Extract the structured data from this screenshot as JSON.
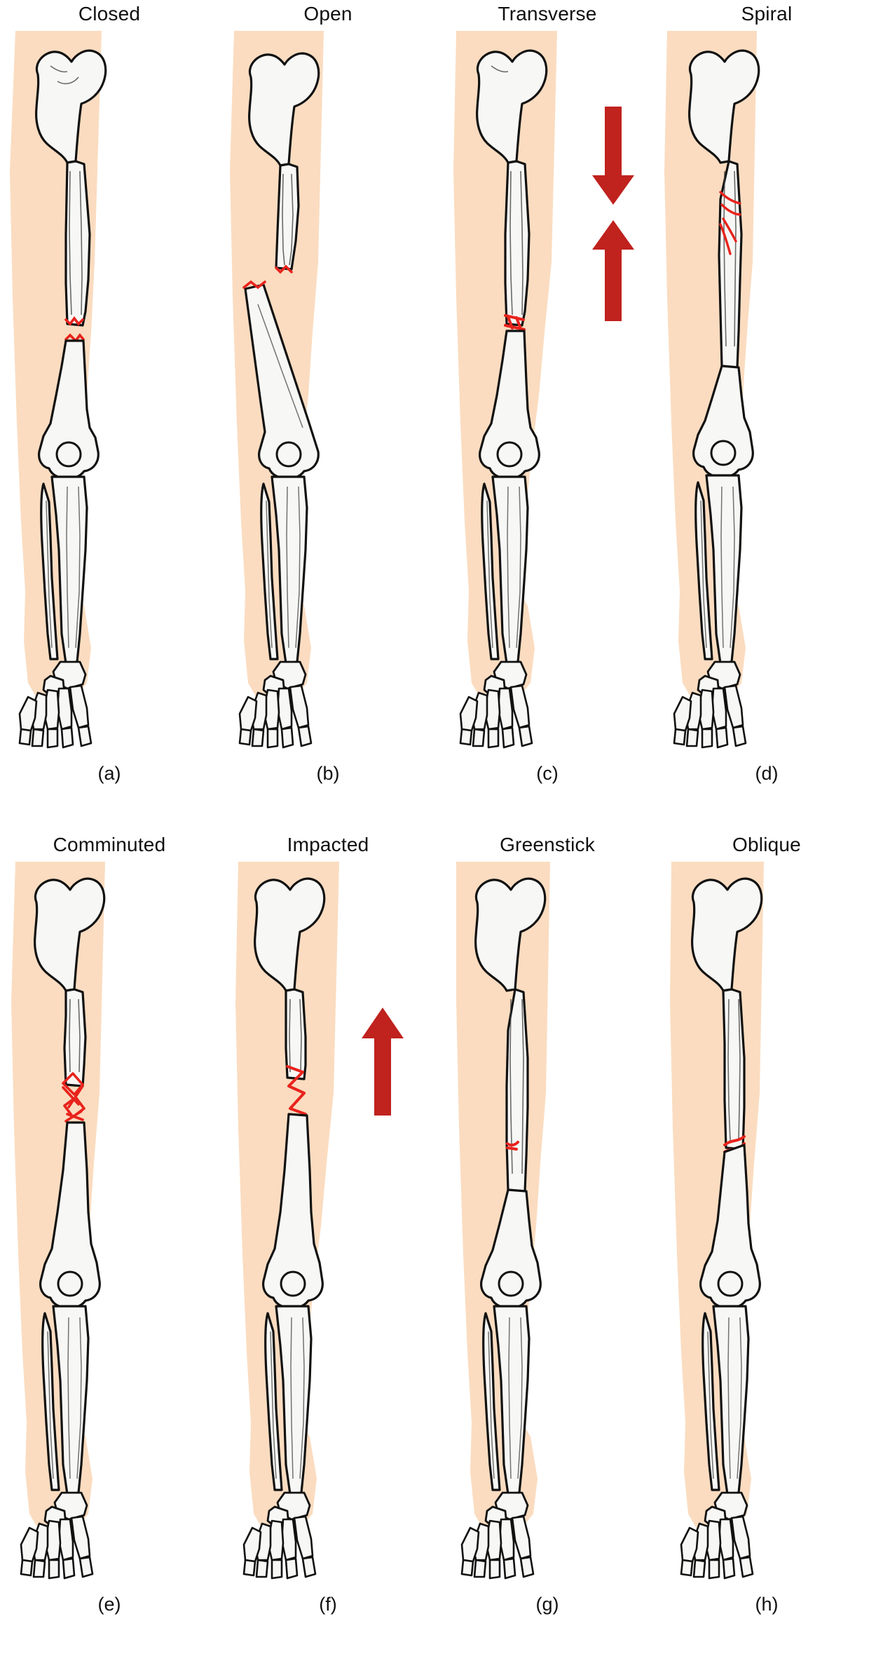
{
  "figure": {
    "title_row_1": [
      "Closed",
      "Open",
      "Transverse",
      "Spiral"
    ],
    "title_row_2": [
      "Comminuted",
      "Impacted",
      "Greenstick",
      "Oblique"
    ],
    "captions_row_1": [
      "(a)",
      "(b)",
      "(c)",
      "(d)"
    ],
    "captions_row_2": [
      "(e)",
      "(f)",
      "(g)",
      "(h)"
    ]
  },
  "colors": {
    "skin": "#FBDCC0",
    "bone_fill": "#F7F7F5",
    "bone_outline": "#111111",
    "fracture_red": "#E8231C",
    "arrow_red": "#C0221E",
    "background": "#FFFFFF",
    "text": "#101010"
  },
  "panels": [
    {
      "id": "a",
      "label": "Closed",
      "caption": "(a)",
      "fracture_type": "closed",
      "fracture_description": "Transverse break across femur shaft; skin intact",
      "has_arrows": false,
      "arrows": [],
      "bone_displaced": false
    },
    {
      "id": "b",
      "label": "Open",
      "caption": "(b)",
      "fracture_type": "open",
      "fracture_description": "Bone ends displaced and angulated, piercing the skin",
      "has_arrows": false,
      "arrows": [],
      "bone_displaced": true
    },
    {
      "id": "c",
      "label": "Transverse",
      "caption": "(c)",
      "fracture_type": "transverse",
      "fracture_description": "Break perpendicular to the long axis of the femur",
      "has_arrows": true,
      "arrows": [
        "down",
        "up"
      ],
      "bone_displaced": false
    },
    {
      "id": "d",
      "label": "Spiral",
      "caption": "(d)",
      "fracture_type": "spiral",
      "fracture_description": "Twisting fracture line spiraling around the femur shaft",
      "has_arrows": false,
      "arrows": [],
      "bone_displaced": false
    },
    {
      "id": "e",
      "label": "Comminuted",
      "caption": "(e)",
      "fracture_type": "comminuted",
      "fracture_description": "Bone shattered into several fragments at the break site",
      "has_arrows": false,
      "arrows": [],
      "bone_displaced": false
    },
    {
      "id": "f",
      "label": "Impacted",
      "caption": "(f)",
      "fracture_type": "impacted",
      "fracture_description": "One fragment driven into the other; compressive force",
      "has_arrows": true,
      "arrows": [
        "up"
      ],
      "bone_displaced": false
    },
    {
      "id": "g",
      "label": "Greenstick",
      "caption": "(g)",
      "fracture_type": "greenstick",
      "fracture_description": "Partial break on one side only; bone bends like green wood",
      "has_arrows": false,
      "arrows": [],
      "bone_displaced": false
    },
    {
      "id": "h",
      "label": "Oblique",
      "caption": "(h)",
      "fracture_type": "oblique",
      "fracture_description": "Break running at an angle across the femur shaft",
      "has_arrows": false,
      "arrows": [],
      "bone_displaced": false
    }
  ]
}
